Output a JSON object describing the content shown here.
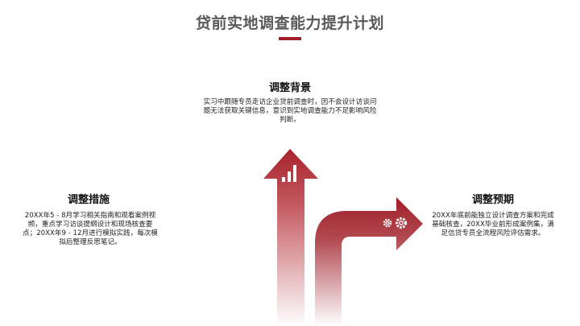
{
  "title": "贷前实地调查能力提升计划",
  "colors": {
    "accent": "#a31f27",
    "left_arrow": "#d63a44",
    "center_arrow": "#b02a33",
    "right_arrow": "#a01c25",
    "title_text": "#595959"
  },
  "top": {
    "heading": "调整背景",
    "body": "实习中跟随专员走访企业贷前调查时，因不会设计访谈问题无法获取关键信息，意识到实地调查能力不足影响风险判断。",
    "icon": "bar-chart-icon"
  },
  "left": {
    "heading": "调整措施",
    "body": "20XX年5 - 8月学习相关指南和观看案例视频，重点学习访谈提纲设计和现场核查要点；20XX年9 - 12月进行模拟实践，每次模拟后整理反思笔记。",
    "icon": "scale-icon"
  },
  "right": {
    "heading": "调整预期",
    "body": "20XX年底前能独立设计调查方案和完成基础核查，20XX毕业前形成案例集，满足信贷专员全流程风险评估需求。",
    "icon": "gears-icon"
  }
}
